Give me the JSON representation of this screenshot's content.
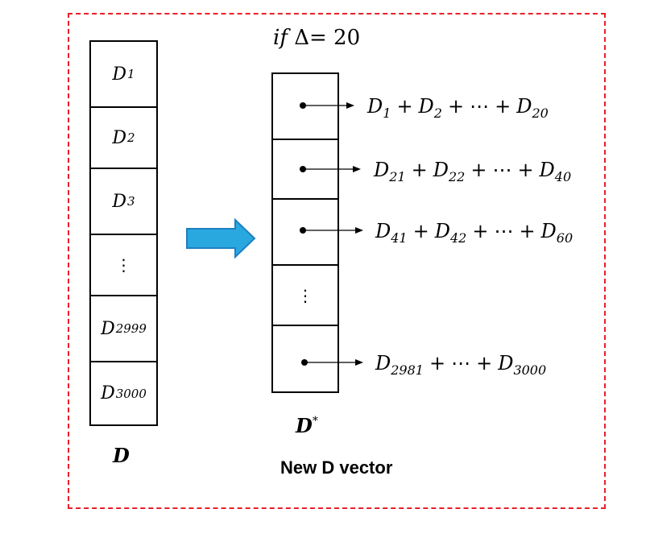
{
  "condition": {
    "prefix": "if",
    "symbol": "Δ=",
    "value": "20"
  },
  "left_vector": {
    "label": "D",
    "cells": [
      {
        "base": "D",
        "sub": "1"
      },
      {
        "base": "D",
        "sub": "2"
      },
      {
        "base": "D",
        "sub": "3"
      },
      {
        "vdots": "⋮"
      },
      {
        "base": "D",
        "sub": "2999"
      },
      {
        "base": "D",
        "sub": "3000"
      }
    ]
  },
  "right_vector": {
    "label": "D",
    "label_sup": "*",
    "title": "New D vector",
    "cells": [
      {
        "dot": true
      },
      {
        "dot": true
      },
      {
        "dot": true
      },
      {
        "vdots": "⋮"
      },
      {
        "dot": true
      }
    ]
  },
  "sums": [
    {
      "a": "1",
      "b": "2",
      "ellipsis": "⋯",
      "c": "20"
    },
    {
      "a": "21",
      "b": "22",
      "ellipsis": "⋯",
      "c": "40"
    },
    {
      "a": "41",
      "b": "42",
      "ellipsis": "⋯",
      "c": "60"
    },
    {
      "a": "2981",
      "ellipsis": "⋯",
      "c": "3000"
    }
  ],
  "colors": {
    "frame": "#e8202a",
    "arrow_fill": "#29a8e0",
    "arrow_stroke": "#1f7fc0"
  }
}
